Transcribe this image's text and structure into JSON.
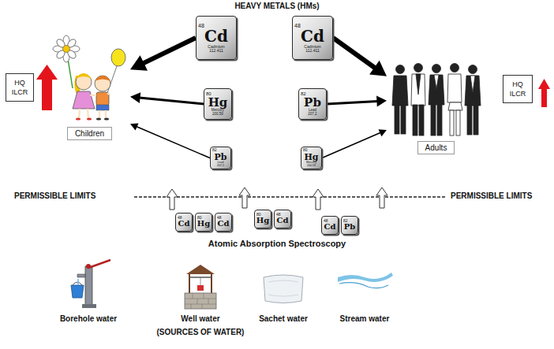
{
  "diagram": {
    "title": "HEAVY METALS (HMs)",
    "nodes": [
      {
        "text": [
          "48",
          "Cd",
          "Cadmium",
          "112.411"
        ]
      },
      {
        "text": [
          "48",
          "Cd",
          "Cadmium",
          "112.411"
        ]
      },
      {
        "text": [
          "HQ ILCR"
        ]
      },
      {
        "text": [
          "Children"
        ]
      },
      {
        "text": [
          "80",
          "Hg",
          "Mercury",
          "200.59"
        ]
      },
      {
        "text": [
          "82",
          "Pb",
          "Lead",
          "207.2"
        ]
      },
      {
        "text": [
          "Adults"
        ]
      },
      {
        "text": [
          "HQ ILCR"
        ]
      },
      {
        "text": [
          "82",
          "Pb",
          "Lead",
          "207.2"
        ]
      },
      {
        "text": [
          "80",
          "Hg",
          "Mercury",
          "200.59"
        ]
      },
      {
        "text": [
          "48",
          "Cd"
        ]
      },
      {
        "text": [
          "80",
          "Hg"
        ]
      },
      {
        "text": [
          "48",
          "Cd"
        ]
      },
      {
        "text": [
          "80",
          "Hg"
        ]
      },
      {
        "text": [
          "48",
          "Cd"
        ]
      },
      {
        "text": [
          "48",
          "Cd"
        ]
      },
      {
        "text": [
          "82",
          "Pb"
        ]
      }
    ],
    "edges": [
      {
        "from": 0,
        "to": 3,
        "arrow": "to"
      },
      {
        "from": 4,
        "to": 3,
        "arrow": "to"
      },
      {
        "from": 8,
        "to": 3,
        "arrow": "to"
      },
      {
        "from": 1,
        "to": 6,
        "arrow": "to"
      },
      {
        "from": 5,
        "to": 6,
        "arrow": "to"
      },
      {
        "from": 9,
        "to": 6,
        "arrow": "to"
      }
    ],
    "labels": [
      "PERMISSIBLE LIMITS",
      "PERMISSIBLE LIMITS",
      "Atomic Absorption Spectroscopy",
      "Borehole water",
      "Well water",
      "Sachet water",
      "Stream water",
      "(SOURCES OF WATER)"
    ]
  }
}
